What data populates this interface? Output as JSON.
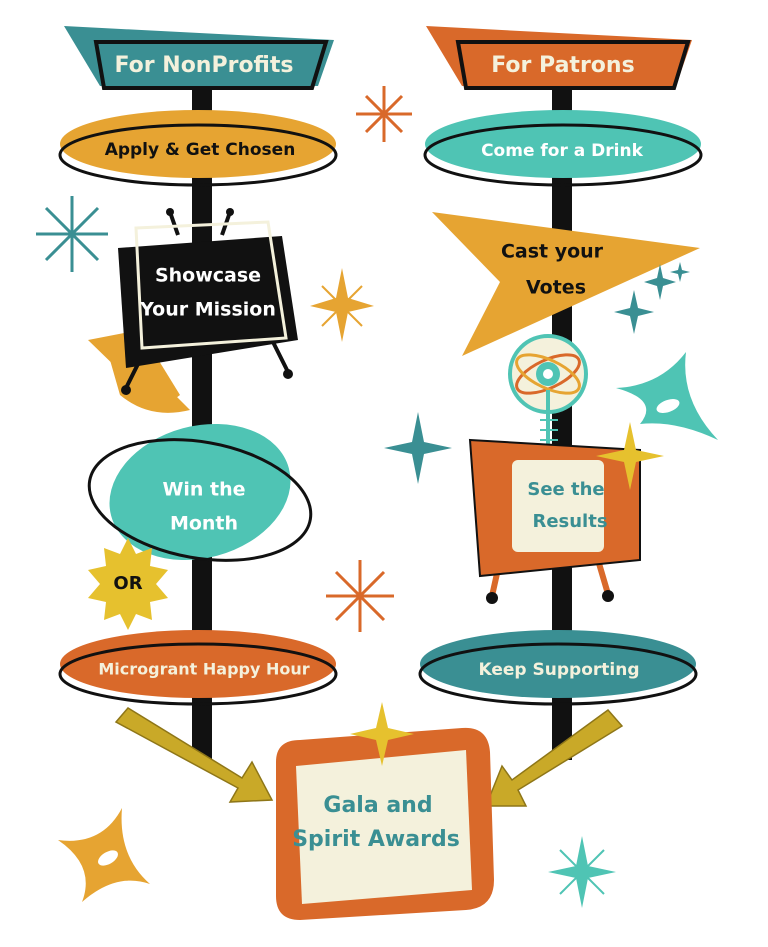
{
  "colors": {
    "teal": "#3a8f93",
    "orange": "#d9692a",
    "mustard": "#e6a432",
    "mint": "#4fc4b4",
    "cream": "#f4f1dc",
    "black": "#111111",
    "olive": "#c9a928",
    "white": "#ffffff"
  },
  "left": {
    "header": "For NonProfits",
    "step1": "Apply & Get Chosen",
    "step2_line1": "Showcase",
    "step2_line2": "Your Mission",
    "step3_line1": "Win the",
    "step3_line2": "Month",
    "or": "OR",
    "step4": "Microgrant Happy Hour"
  },
  "right": {
    "header": "For Patrons",
    "step1": "Come for a Drink",
    "step2_line1": "Cast your",
    "step2_line2": "Votes",
    "step3_line1": "See the",
    "step3_line2": "Results",
    "step4": "Keep Supporting"
  },
  "final": {
    "line1": "Gala and",
    "line2": "Spirit Awards"
  }
}
